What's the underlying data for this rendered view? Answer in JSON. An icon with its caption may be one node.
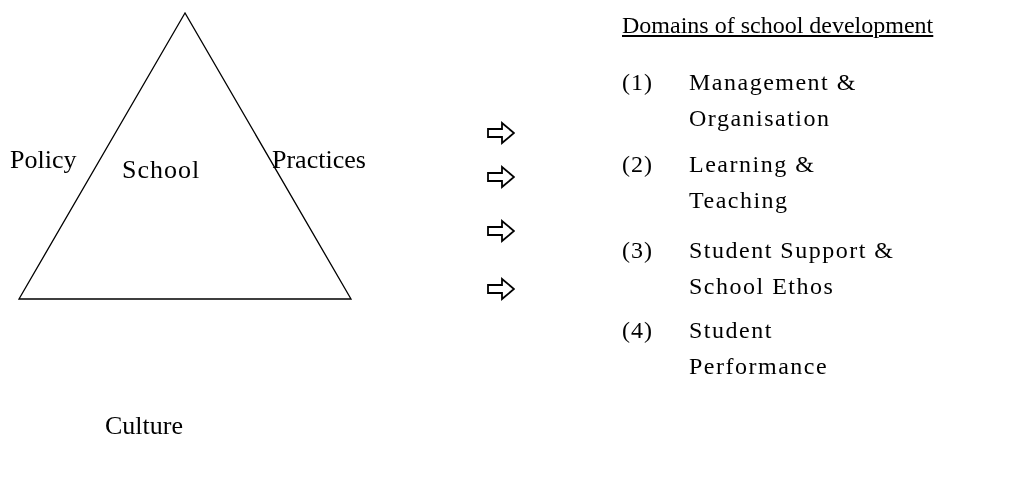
{
  "diagram": {
    "title": "Domains of school development",
    "nodes": [
      {
        "text": [
          "School"
        ],
        "beside": [
          "Policy",
          "Practices"
        ]
      }
    ],
    "labels": [
      "Culture",
      "(1)",
      "Management & Organisation",
      "(2)",
      "Learning & Teaching",
      "(3)",
      "Student Support & School Ethos",
      "(4)",
      "Student Performance"
    ]
  }
}
